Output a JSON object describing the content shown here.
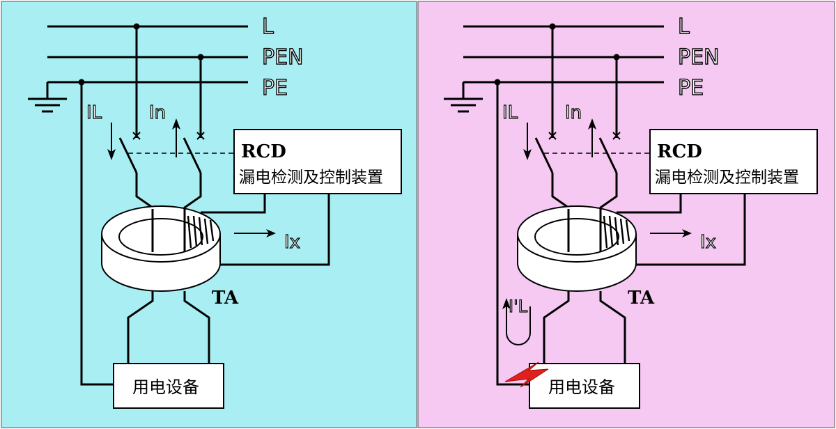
{
  "colors": {
    "left_bg": "#a8eef2",
    "right_bg": "#f5c9f2",
    "fault": "#e0201c"
  },
  "panels": [
    {
      "bus_labels": [
        "L",
        "PEN",
        "PE"
      ],
      "current_labels": {
        "il": "IL",
        "in": "In",
        "ix": "Ix"
      },
      "rcd_title": "RCD",
      "rcd_subtitle": "漏电检测及控制装置",
      "transformer_label": "TA",
      "load_label": "用电设备"
    },
    {
      "bus_labels": [
        "L",
        "PEN",
        "PE"
      ],
      "current_labels": {
        "il": "IL",
        "in": "In",
        "ix": "Ix",
        "leak": "I'L"
      },
      "rcd_title": "RCD",
      "rcd_subtitle": "漏电检测及控制装置",
      "transformer_label": "TA",
      "load_label": "用电设备"
    }
  ]
}
